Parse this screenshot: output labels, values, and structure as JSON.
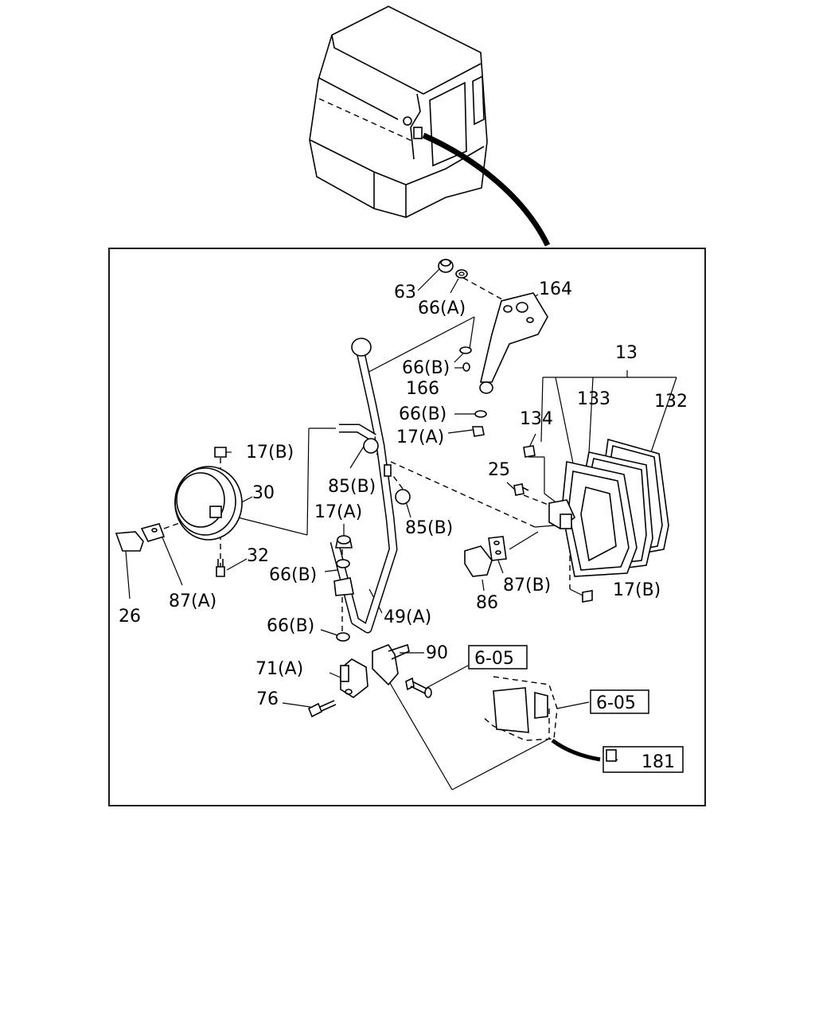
{
  "callouts": {
    "p63": "63",
    "p66a": "66(A)",
    "p164": "164",
    "p66b_top": "66(B)",
    "p166": "166",
    "p13": "13",
    "p133": "133",
    "p132": "132",
    "p66b_mid": "66(B)",
    "p17a_top": "17(A)",
    "p134": "134",
    "p17b_top": "17(B)",
    "p30": "30",
    "p85b_a": "85(B)",
    "p25": "25",
    "p17a_mid": "17(A)",
    "p85b_b": "85(B)",
    "p32": "32",
    "p66b_low": "66(B)",
    "p87a": "87(A)",
    "p87b": "87(B)",
    "p17b_right": "17(B)",
    "p26": "26",
    "p49a": "49(A)",
    "p86": "86",
    "p66b_bottom": "66(B)",
    "p90": "90",
    "p71a": "71(A)",
    "p76": "76",
    "ref_605_a": "6-05",
    "ref_605_b": "6-05",
    "ref_181": "181"
  }
}
